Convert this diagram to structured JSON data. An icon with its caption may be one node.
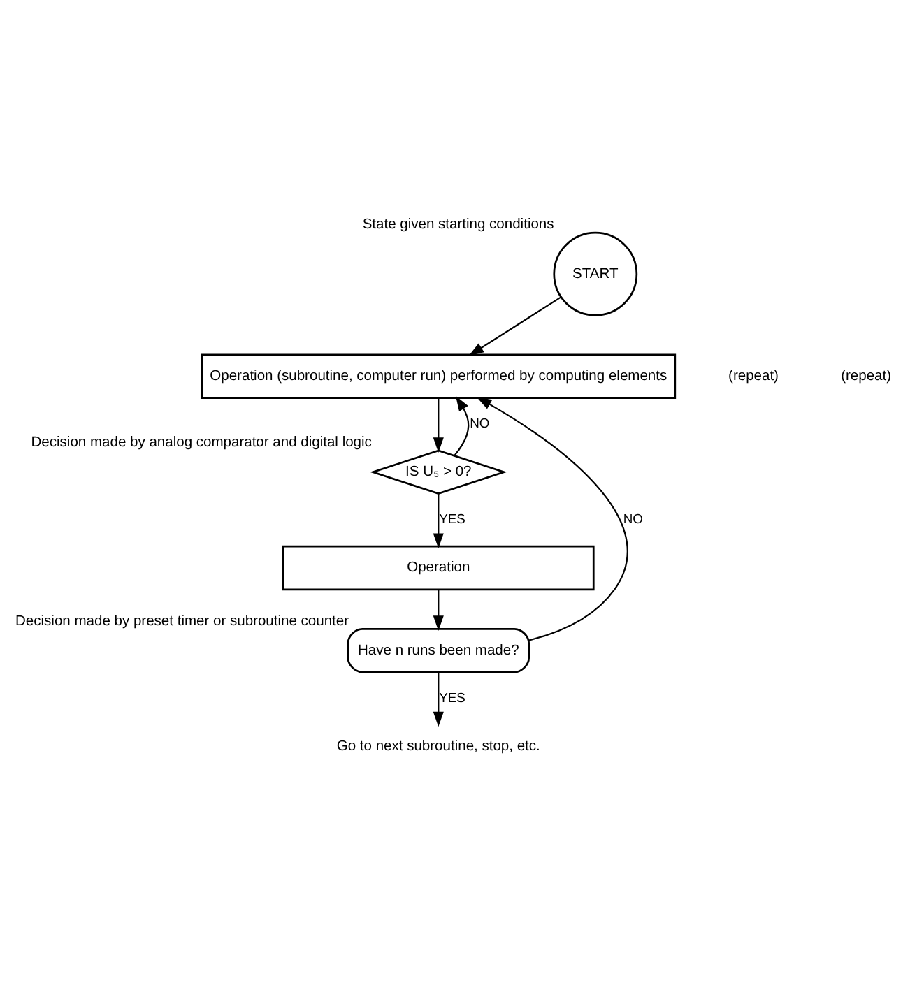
{
  "diagram": {
    "nodes": [
      {
        "text": [
          "START"
        ],
        "beside": [
          "State given starting conditions"
        ]
      },
      {
        "text": [
          "Operation (subroutine, computer run) performed by computing elements"
        ]
      },
      {
        "text": [
          "IS U₅ > 0?"
        ],
        "beside": [
          "Decision made by analog comparator and digital logic"
        ]
      },
      {
        "text": [
          "Operation"
        ]
      },
      {
        "text": [
          "Have n runs been made?"
        ],
        "beside": [
          "Decision made by preset timer or subroutine counter"
        ]
      },
      {
        "text": [
          "Go to next subroutine, stop, etc."
        ]
      }
    ],
    "edges": [
      {
        "from": 0,
        "to": 1,
        "arrow": "to"
      },
      {
        "from": 1,
        "to": 2,
        "arrow": "to"
      },
      {
        "from": 2,
        "to": 1,
        "arrow": "to",
        "label": "NO"
      },
      {
        "from": 2,
        "to": 3,
        "arrow": "to",
        "label": "YES"
      },
      {
        "from": 3,
        "to": 4,
        "arrow": "to"
      },
      {
        "from": 4,
        "to": 1,
        "arrow": "to",
        "label": "NO"
      },
      {
        "from": 4,
        "to": 5,
        "arrow": "to",
        "label": "YES"
      }
    ],
    "labels": [
      "(repeat)",
      "(repeat)"
    ]
  }
}
